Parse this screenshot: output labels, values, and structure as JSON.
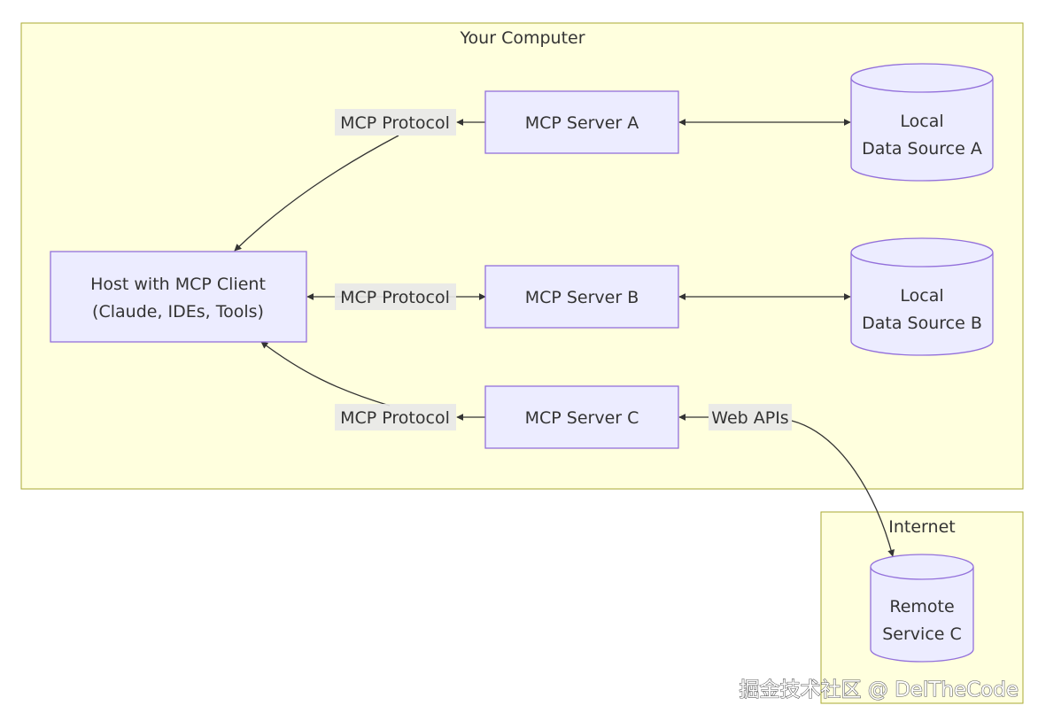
{
  "clusters": {
    "computer": {
      "title": "Your Computer"
    },
    "internet": {
      "title": "Internet"
    }
  },
  "nodes": {
    "host": {
      "lines": [
        "Host with MCP Client",
        "(Claude, IDEs, Tools)"
      ]
    },
    "server_a": {
      "lines": [
        "MCP Server A"
      ]
    },
    "server_b": {
      "lines": [
        "MCP Server B"
      ]
    },
    "server_c": {
      "lines": [
        "MCP Server C"
      ]
    },
    "data_a": {
      "lines": [
        "Local",
        "Data Source A"
      ]
    },
    "data_b": {
      "lines": [
        "Local",
        "Data Source B"
      ]
    },
    "remote_c": {
      "lines": [
        "Remote",
        "Service C"
      ]
    }
  },
  "edges": {
    "host_a": {
      "label": "MCP Protocol"
    },
    "host_b": {
      "label": "MCP Protocol"
    },
    "host_c": {
      "label": "MCP Protocol"
    },
    "a_data": {
      "label": ""
    },
    "b_data": {
      "label": ""
    },
    "c_remote": {
      "label": "Web APIs"
    }
  },
  "watermark": "掘金技术社区 @ DelTheCode",
  "colors": {
    "cluster_fill": "#ffffde",
    "cluster_stroke": "#aaaa33",
    "node_fill": "#ececff",
    "node_stroke": "#9370db",
    "edge": "#333333",
    "label_bg": "#e8e8e8"
  }
}
